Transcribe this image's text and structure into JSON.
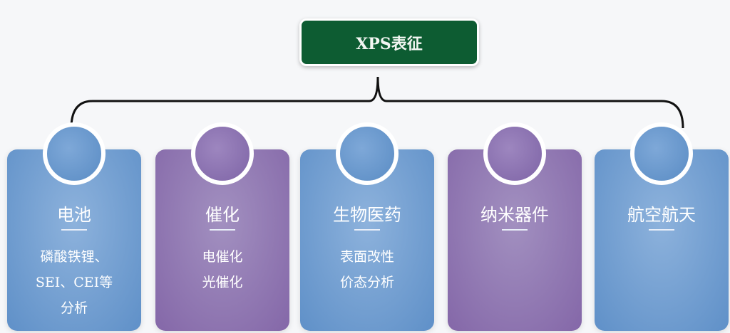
{
  "root": {
    "label": "XPS表征",
    "color": "#0d5c32"
  },
  "cards": [
    {
      "title": "电池",
      "lines": [
        "磷酸铁锂、",
        "SEI、CEI等",
        "分析"
      ],
      "color": "#6a9bd0"
    },
    {
      "title": "催化",
      "lines": [
        "电催化",
        "光催化"
      ],
      "color": "#8a6fae"
    },
    {
      "title": "生物医药",
      "lines": [
        "表面改性",
        "价态分析"
      ],
      "color": "#6a9bd0"
    },
    {
      "title": "纳米器件",
      "lines": [],
      "color": "#8a6fae"
    },
    {
      "title": "航空航天",
      "lines": [],
      "color": "#6a9bd0"
    }
  ]
}
